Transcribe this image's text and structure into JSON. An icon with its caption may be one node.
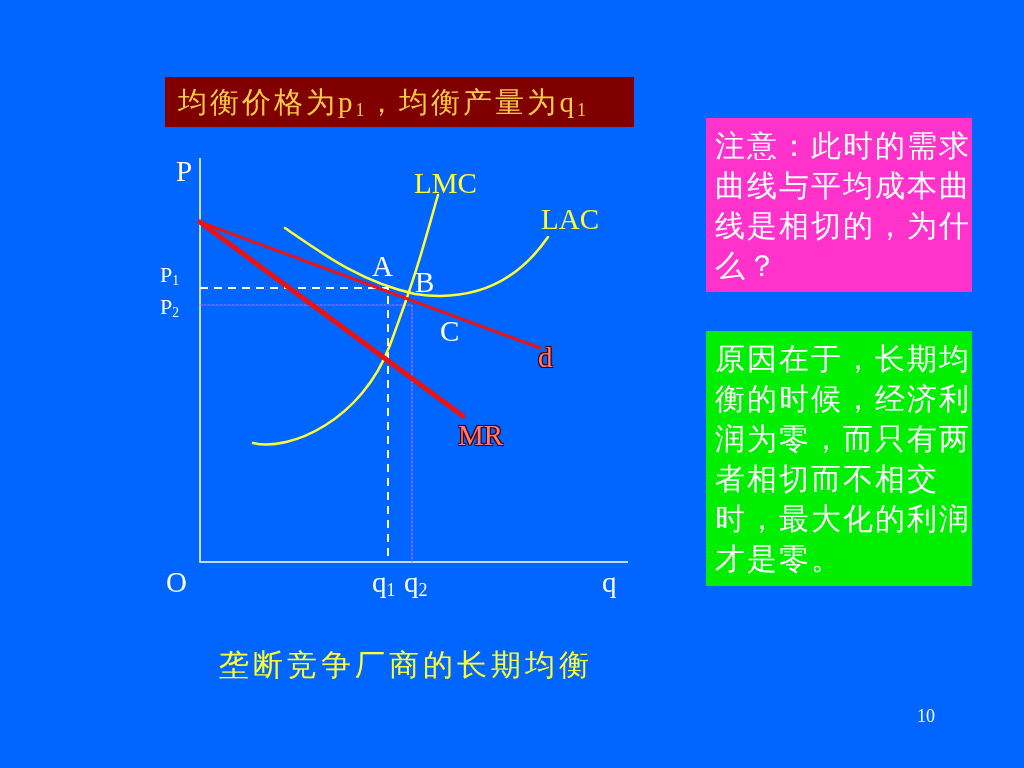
{
  "diagram": {
    "caption": "垄断竞争厂商的长期均衡",
    "nodes": [
      {
        "text": [
          "均衡价格为p$_{1}$，均衡产量为q$_{1}$"
        ]
      },
      {
        "text": [
          "注意：此时的需求曲线与平均成本曲线是相切的，为什么？"
        ]
      },
      {
        "text": [
          "原因在于，长期均衡的时候，经济利润为零，而只有两者相切而不相交时，最大化的利润才是零。"
        ]
      }
    ],
    "labels": [
      "P",
      "LMC",
      "LAC",
      "A",
      "P$_{1}$",
      "B",
      "P$_{2}$",
      "C",
      "d",
      "MR",
      "O",
      "q$_{1}$",
      "q$_{2}$",
      "q",
      "10"
    ]
  }
}
